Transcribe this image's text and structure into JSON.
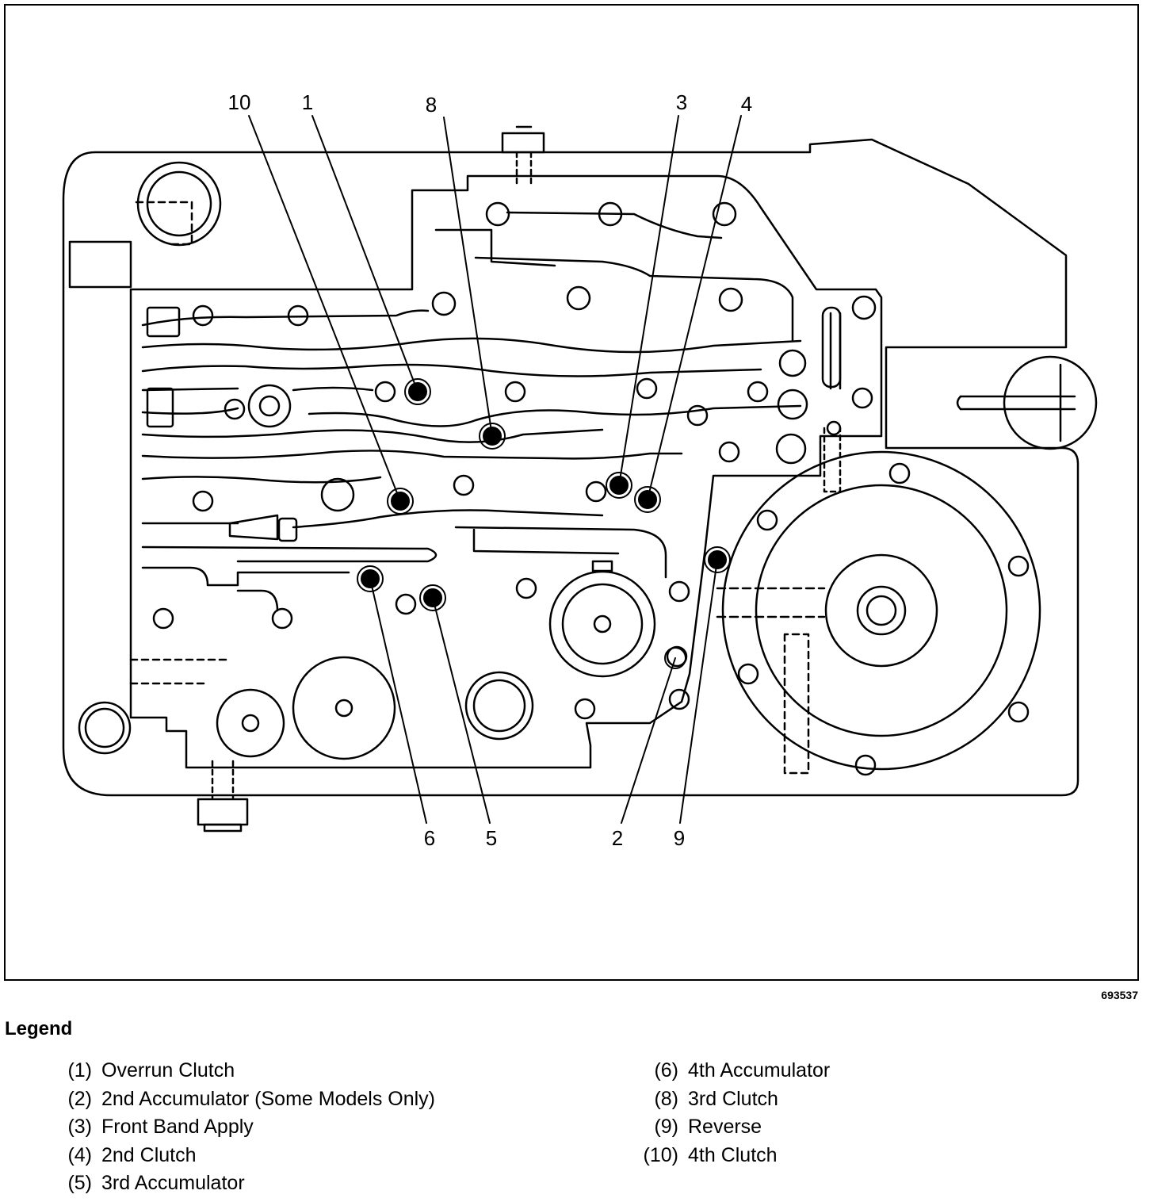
{
  "figure": {
    "figure_id": "693537",
    "callout_labels": [
      "10",
      "1",
      "8",
      "3",
      "4",
      "6",
      "5",
      "2",
      "9"
    ]
  },
  "legend": {
    "title": "Legend",
    "left_items": [
      {
        "num": "(1)",
        "label": "Overrun Clutch"
      },
      {
        "num": "(2)",
        "label": "2nd Accumulator (Some Models Only)"
      },
      {
        "num": "(3)",
        "label": "Front Band Apply"
      },
      {
        "num": "(4)",
        "label": "2nd Clutch"
      },
      {
        "num": "(5)",
        "label": "3rd Accumulator"
      }
    ],
    "right_items": [
      {
        "num": "(6)",
        "label": "4th Accumulator"
      },
      {
        "num": "(8)",
        "label": "3rd Clutch"
      },
      {
        "num": "(9)",
        "label": "Reverse"
      },
      {
        "num": "(10)",
        "label": "4th Clutch"
      }
    ]
  }
}
